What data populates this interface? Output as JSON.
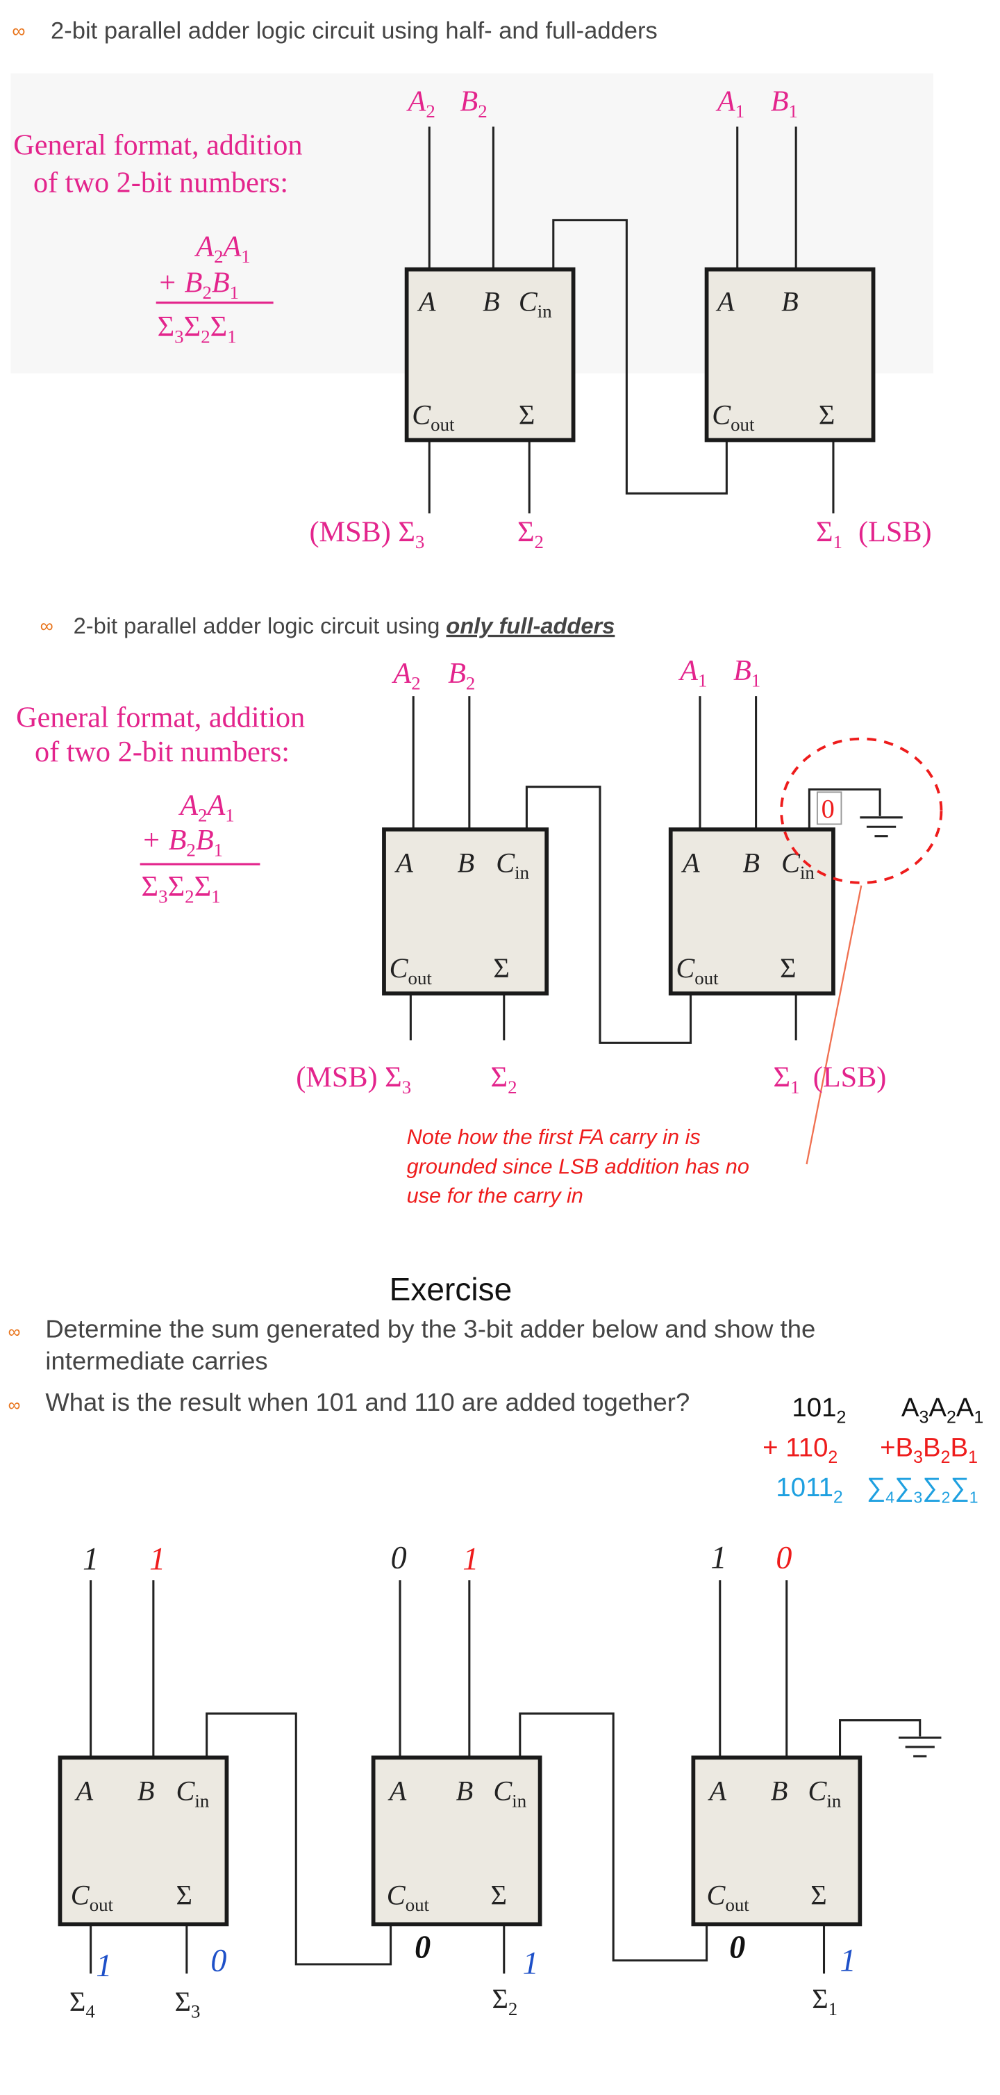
{
  "section1": {
    "heading": "2-bit parallel adder logic circuit using half- and full-adders",
    "format_line1": "General format, addition",
    "format_line2": "of two 2-bit numbers:",
    "inputs": {
      "a2": "A",
      "a2s": "2",
      "b2": "B",
      "b2s": "2",
      "a1": "A",
      "a1s": "1",
      "b1": "B",
      "b1s": "1"
    },
    "eq": {
      "row1": [
        "A",
        "2",
        "A",
        "1"
      ],
      "row2": [
        "+ B",
        "2",
        "B",
        "1"
      ],
      "row3": [
        "Σ",
        "3",
        "Σ",
        "2",
        "Σ",
        "1"
      ]
    },
    "outputs": {
      "msb": "(MSB) Σ",
      "s3": "3",
      "s2": "Σ",
      "s2s": "2",
      "s1": "Σ",
      "s1s": "1",
      "lsb": "(LSB)"
    }
  },
  "section2": {
    "heading_prefix": "2-bit parallel adder logic circuit using ",
    "heading_emph": "only full-adders",
    "format_line1": "General format, addition",
    "format_line2": "of two 2-bit numbers:",
    "ground_value": "0",
    "note": [
      "Note how the first FA carry in is",
      "grounded since LSB addition has no",
      "use for the carry in"
    ]
  },
  "block_labels": {
    "a": "A",
    "b": "B",
    "c": "C",
    "in": "in",
    "out": "out",
    "sigma": "Σ"
  },
  "exercise": {
    "title": "Exercise",
    "bullet1_line1": "Determine the sum generated by the 3-bit adder below and show the",
    "bullet1_line2": "intermediate carries",
    "bullet2": "What is the result when 101 and 110 are added together?",
    "sum": {
      "n1": "101",
      "n1s": "2",
      "v1": "A",
      "v1a": "3",
      "v1b": "A",
      "v1c": "2",
      "v1d": "A",
      "v1e": "1",
      "n2": "+ 110",
      "n2s": "2",
      "v2": "+B",
      "v2a": "3",
      "v2b": "B",
      "v2c": "2",
      "v2d": "B",
      "v2e": "1",
      "n3": "1011",
      "n3s": "2",
      "v3": "∑",
      "v3a": "4",
      "v3b": "∑",
      "v3c": "3",
      "v3d": "∑",
      "v3e": "2",
      "v3f": "∑",
      "v3g": "1"
    },
    "outputs": {
      "s": "Σ",
      "s4": "4",
      "s3": "3",
      "s2": "2",
      "s1": "1"
    },
    "handwritten": {
      "a3": "1",
      "b3": "1",
      "a2": "0",
      "b2": "1",
      "a1": "1",
      "b1": "0",
      "c_out1": "0",
      "c_out2": "0",
      "sum4": "1",
      "sum3": "0",
      "sum2": "1",
      "sum1": "1"
    }
  },
  "colors": {
    "magenta": "#e3248c",
    "red": "#ee1c1c",
    "blue": "#1ea0e0",
    "bullet": "#e8731a",
    "note": "#ee1c1c"
  }
}
